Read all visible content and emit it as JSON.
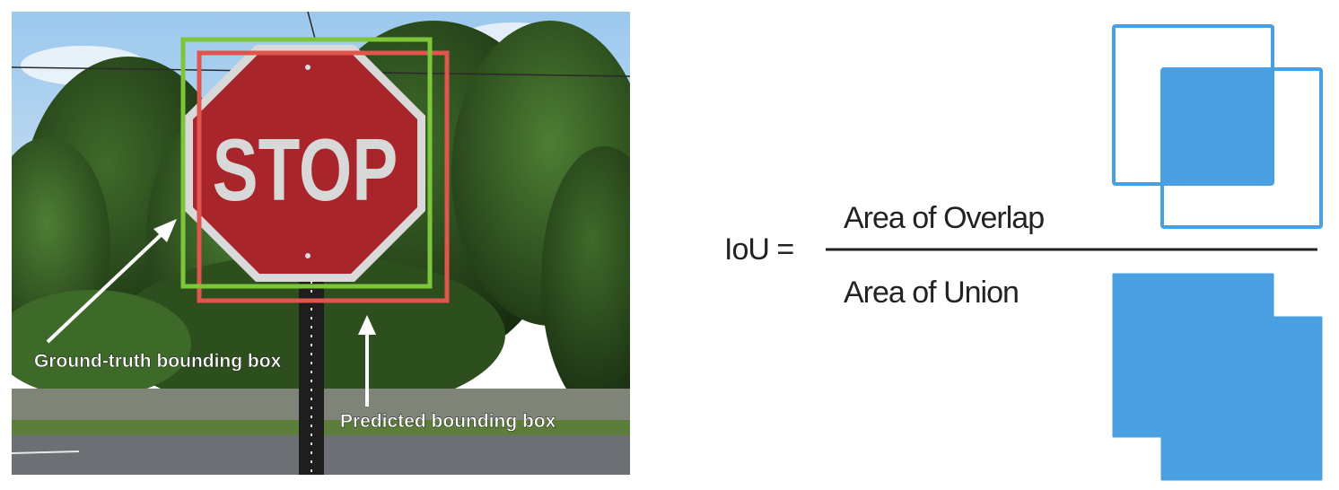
{
  "photo": {
    "sign_text": "STOP",
    "ground_truth_label": "Ground-truth bounding box",
    "predicted_label": "Predicted bounding box",
    "colors": {
      "ground_truth_box": "#7dc63a",
      "predicted_box": "#e0554d",
      "sign": "#a8262b",
      "arrow": "#ffffff"
    }
  },
  "formula": {
    "lhs": "IoU =",
    "numerator": "Area of Overlap",
    "denominator": "Area of Union",
    "colors": {
      "accent": "#4a9fe0",
      "fraction_bar": "#222222"
    }
  }
}
